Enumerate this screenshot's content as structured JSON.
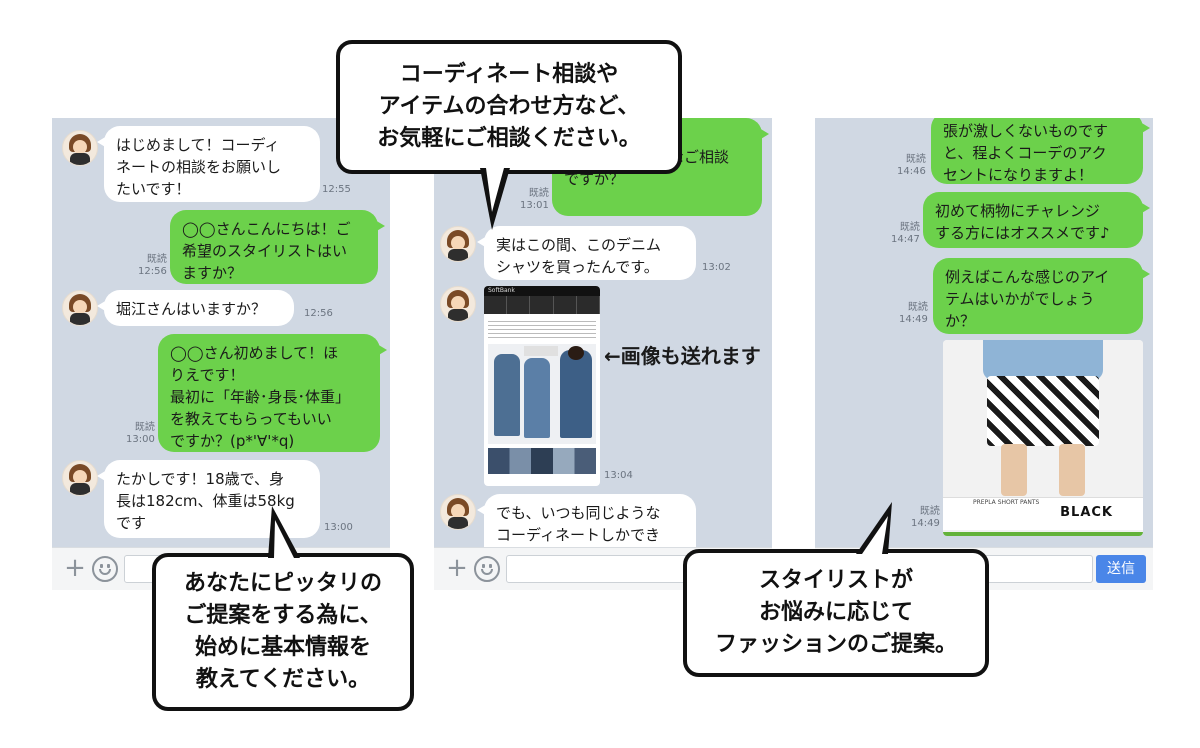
{
  "panel1": {
    "messages": [
      {
        "side": "left",
        "text": "はじめまして！コーディ\nネートの相談をお願いし\nたいです！",
        "time": "12:55"
      },
      {
        "side": "right",
        "text": "◯◯さんこんにちは！ご\n希望のスタイリストはい\nますか？",
        "meta": "既読\n12:56"
      },
      {
        "side": "left",
        "text": "堀江さんはいますか？",
        "time": "12:56"
      },
      {
        "side": "right",
        "text": "◯◯さん初めまして！ほ\nりえです！\n最初に「年齢･身長･体重」\nを教えてもらってもいい\nですか？(p*'∀'*q)",
        "meta": "既読\n13:00"
      },
      {
        "side": "left",
        "text": "たかしです！18歳で、身\n長は182cm、体重は58kg\nです",
        "time": "13:00"
      }
    ]
  },
  "panel2": {
    "messages": [
      {
        "side": "right",
        "text": "ます丶\n今回はどのようなご相談\nですか？",
        "meta": "既読\n13:01"
      },
      {
        "side": "left",
        "text": "実はこの間、このデニム\nシャツを買ったんです。",
        "time": "13:02"
      },
      {
        "side": "left",
        "kind": "image",
        "time": "13:04"
      },
      {
        "side": "left",
        "text": "でも、いつも同じような\nコーディネートしかでき\nないんで、いつもと違う"
      }
    ],
    "phone_status": "SoftBank"
  },
  "panel3": {
    "messages": [
      {
        "side": "right",
        "text": "張が激しくないものです\nと、程よくコーデのアク\nセントになりますよ！",
        "meta": "既読\n14:46"
      },
      {
        "side": "right",
        "text": "初めて柄物にチャレンジ\nする方にはオススメです♪",
        "meta": "既読\n14:47"
      },
      {
        "side": "right",
        "text": "例えばこんな感じのアイ\nテムはいかがでしょう\nか？",
        "meta": "既読\n14:49"
      },
      {
        "side": "right",
        "kind": "image",
        "meta": "既読\n14:49"
      }
    ],
    "photo_small": "PREPLA SHORT PANTS",
    "photo_brand": "BLACK",
    "send_label": "送信"
  },
  "callouts": {
    "top": "コーディネート相談や\nアイテムの合わせ方など、\nお気軽にご相談ください。",
    "bottom_left": "あなたにピッタリの\nご提案をする為に、\n始めに基本情報を\n教えてください。",
    "bottom_right": "スタイリストが\nお悩みに応じて\nファッションのご提案。"
  },
  "caption_image": "←画像も送れます",
  "icons": {
    "plus": "plus-icon",
    "smile": "smile-icon"
  },
  "colors": {
    "chat_bg": "#d0d8e3",
    "green_bubble": "#6cd14b",
    "send": "#4a86e8"
  }
}
